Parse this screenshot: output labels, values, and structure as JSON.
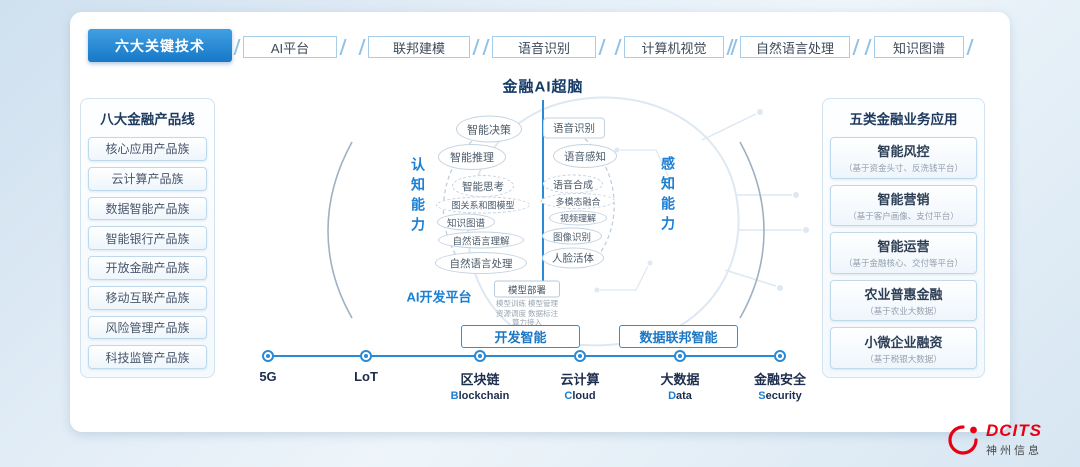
{
  "header": {
    "tab_label": "六大关键技术",
    "tech_boxes": [
      "AI平台",
      "联邦建模",
      "语音识别",
      "计算机视觉",
      "自然语言处理",
      "知识图谱"
    ]
  },
  "left_panel": {
    "title": "八大金融产品线",
    "items": [
      "核心应用产品族",
      "云计算产品族",
      "数据智能产品族",
      "智能银行产品族",
      "开放金融产品族",
      "移动互联产品族",
      "风险管理产品族",
      "科技监管产品族"
    ]
  },
  "right_panel": {
    "title": "五类金融业务应用",
    "items": [
      {
        "title": "智能风控",
        "subtitle": "（基于资金头寸、反洗钱平台）"
      },
      {
        "title": "智能营销",
        "subtitle": "（基于客户画像、支付平台）"
      },
      {
        "title": "智能运营",
        "subtitle": "（基于金融核心、交付等平台）"
      },
      {
        "title": "农业普惠金融",
        "subtitle": "（基于农业大数据）"
      },
      {
        "title": "小微企业融资",
        "subtitle": "（基于税银大数据）"
      }
    ]
  },
  "center": {
    "title": "金融AI超脑",
    "left_ability": "认知能力",
    "right_ability": "感知能力",
    "platform_label": "AI开发平台",
    "cognitive_bubbles": [
      "智能决策",
      "智能推理",
      "智能思考",
      "图关系和图模型",
      "知识图谱",
      "自然语言理解",
      "自然语言处理"
    ],
    "perception_bubbles": [
      "语音识别",
      "语音感知",
      "语音合成",
      "多模态融合",
      "视频理解",
      "图像识别",
      "人脸活体"
    ],
    "deploy": {
      "title": "模型部署",
      "lines": [
        "模型训练 模型管理",
        "资源调度 数据标注",
        "算力接入"
      ]
    },
    "bottom_boxes": [
      "开发智能",
      "数据联邦智能"
    ]
  },
  "timeline": {
    "items": [
      {
        "label": "5G",
        "en_first": "",
        "en_rest": ""
      },
      {
        "label": "LoT",
        "en_first": "",
        "en_rest": ""
      },
      {
        "label": "区块链",
        "en_first": "B",
        "en_rest": "lockchain"
      },
      {
        "label": "云计算",
        "en_first": "C",
        "en_rest": "loud"
      },
      {
        "label": "大数据",
        "en_first": "D",
        "en_rest": "ata"
      },
      {
        "label": "金融安全",
        "en_first": "S",
        "en_rest": "ecurity"
      }
    ]
  },
  "logo": {
    "name": "DCITS",
    "subtitle": "神州信息"
  },
  "colors": {
    "accent": "#1b7fd4",
    "logo_red": "#e60012"
  }
}
